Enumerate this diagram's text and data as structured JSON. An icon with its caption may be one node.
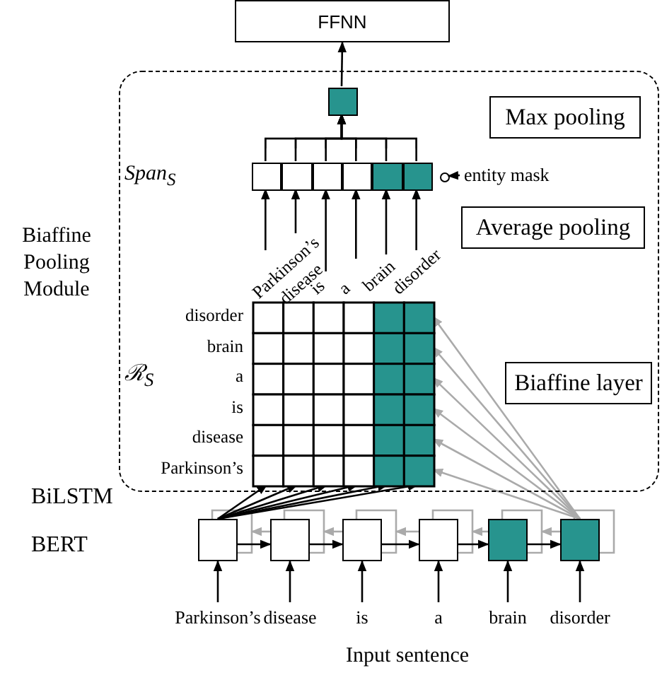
{
  "diagram": {
    "nodes": [
      {
        "text": [
          "FFNN"
        ]
      },
      {
        "text": [],
        "shape": "box"
      },
      {
        "text": [],
        "shape": "box",
        "in": 1
      },
      {
        "text": [
          "Max pooling"
        ],
        "in": 1
      },
      {
        "text": [],
        "shape": "box",
        "in": 1
      },
      {
        "text": [],
        "shape": "box",
        "in": 1
      },
      {
        "text": [],
        "shape": "box",
        "in": 1
      },
      {
        "text": [],
        "shape": "box",
        "in": 1
      },
      {
        "text": [],
        "shape": "box",
        "in": 1
      },
      {
        "text": [],
        "shape": "box",
        "in": 1
      },
      {
        "text": [
          "entity mask"
        ],
        "in": 1
      },
      {
        "text": [],
        "shape": "circle",
        "in": 1
      },
      {
        "text": [
          "Average pooling"
        ],
        "in": 1
      },
      {
        "text": [],
        "shape": "grid",
        "in": 1,
        "beside": [
          "Parkinson’s",
          "disease",
          "is",
          "a",
          "brain",
          "disorder",
          "disorder",
          "brain",
          "a",
          "is",
          "disease",
          "Parkinson’s"
        ]
      },
      {
        "text": [
          "Biaffine layer"
        ],
        "in": 1
      },
      {
        "text": [],
        "shape": "box"
      },
      {
        "text": [],
        "shape": "box"
      },
      {
        "text": [],
        "shape": "box"
      },
      {
        "text": [],
        "shape": "box"
      },
      {
        "text": [],
        "shape": "box"
      },
      {
        "text": [],
        "shape": "box"
      },
      {
        "text": [
          "Parkinson’s"
        ]
      },
      {
        "text": [
          "disease"
        ]
      },
      {
        "text": [
          "is"
        ]
      },
      {
        "text": [
          "a"
        ]
      },
      {
        "text": [
          "brain"
        ]
      },
      {
        "text": [
          "disorder"
        ]
      }
    ],
    "edges": [
      {
        "from": 2,
        "to": 0,
        "arrow": "to"
      },
      {
        "from": 4,
        "to": 2,
        "arrow": "to"
      },
      {
        "from": 5,
        "to": 2,
        "arrow": "to"
      },
      {
        "from": 6,
        "to": 2,
        "arrow": "to"
      },
      {
        "from": 7,
        "to": 2,
        "arrow": "to"
      },
      {
        "from": 8,
        "to": 2,
        "arrow": "to"
      },
      {
        "from": 9,
        "to": 2,
        "arrow": "to"
      },
      {
        "from": 10,
        "to": 11,
        "arrow": "to"
      },
      {
        "from": 13,
        "to": 4,
        "arrow": "to"
      },
      {
        "from": 13,
        "to": 5,
        "arrow": "to"
      },
      {
        "from": 13,
        "to": 6,
        "arrow": "to"
      },
      {
        "from": 13,
        "to": 7,
        "arrow": "to"
      },
      {
        "from": 13,
        "to": 8,
        "arrow": "to"
      },
      {
        "from": 13,
        "to": 9,
        "arrow": "to"
      },
      {
        "from": 15,
        "to": 13,
        "arrow": "to"
      },
      {
        "from": 15,
        "to": 13,
        "arrow": "to"
      },
      {
        "from": 15,
        "to": 13,
        "arrow": "to"
      },
      {
        "from": 15,
        "to": 13,
        "arrow": "to"
      },
      {
        "from": 15,
        "to": 13,
        "arrow": "to"
      },
      {
        "from": 15,
        "to": 13,
        "arrow": "to"
      },
      {
        "from": 20,
        "to": 13,
        "arrow": "to",
        "color": "#aaaaaa"
      },
      {
        "from": 20,
        "to": 13,
        "arrow": "to",
        "color": "#aaaaaa"
      },
      {
        "from": 20,
        "to": 13,
        "arrow": "to",
        "color": "#aaaaaa"
      },
      {
        "from": 20,
        "to": 13,
        "arrow": "to",
        "color": "#aaaaaa"
      },
      {
        "from": 20,
        "to": 13,
        "arrow": "to",
        "color": "#aaaaaa"
      },
      {
        "from": 20,
        "to": 13,
        "arrow": "to",
        "color": "#aaaaaa"
      },
      {
        "from": 15,
        "to": 16,
        "arrow": "to"
      },
      {
        "from": 16,
        "to": 17,
        "arrow": "to"
      },
      {
        "from": 17,
        "to": 18,
        "arrow": "to"
      },
      {
        "from": 18,
        "to": 19,
        "arrow": "to"
      },
      {
        "from": 19,
        "to": 20,
        "arrow": "to"
      },
      {
        "from": 16,
        "to": 15,
        "arrow": "to",
        "color": "#aaaaaa"
      },
      {
        "from": 17,
        "to": 16,
        "arrow": "to",
        "color": "#aaaaaa"
      },
      {
        "from": 18,
        "to": 17,
        "arrow": "to",
        "color": "#aaaaaa"
      },
      {
        "from": 19,
        "to": 18,
        "arrow": "to",
        "color": "#aaaaaa"
      },
      {
        "from": 20,
        "to": 19,
        "arrow": "to",
        "color": "#aaaaaa"
      },
      {
        "from": 21,
        "to": 15,
        "arrow": "to"
      },
      {
        "from": 22,
        "to": 16,
        "arrow": "to"
      },
      {
        "from": 23,
        "to": 17,
        "arrow": "to"
      },
      {
        "from": 24,
        "to": 18,
        "arrow": "to"
      },
      {
        "from": 25,
        "to": 19,
        "arrow": "to"
      },
      {
        "from": 26,
        "to": 20,
        "arrow": "to"
      }
    ],
    "labels": [
      "Span$_{S}$",
      "Biaffine Pooling Module",
      "ℛ$_{S}$",
      "BiLSTM",
      "BERT",
      "Input sentence"
    ]
  }
}
